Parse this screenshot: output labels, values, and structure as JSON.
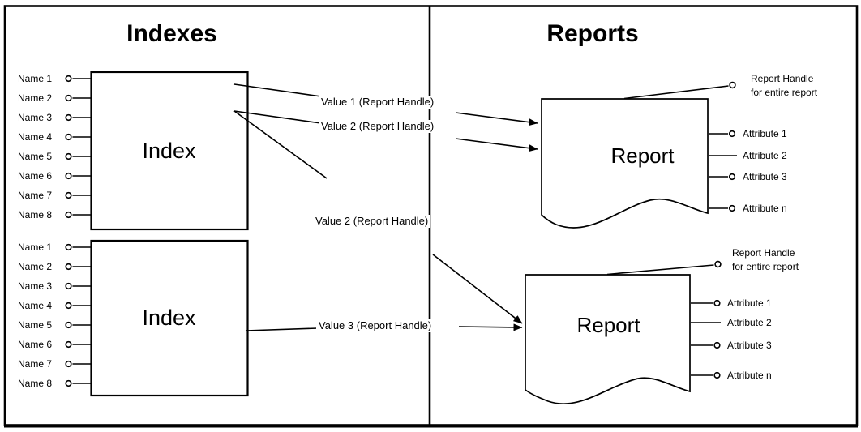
{
  "titles": {
    "left": "Indexes",
    "right": "Reports"
  },
  "index_top": {
    "label": "Index",
    "names": [
      "Name 1",
      "Name 2",
      "Name 3",
      "Name 4",
      "Name 5",
      "Name 6",
      "Name 7",
      "Name 8"
    ]
  },
  "index_bottom": {
    "label": "Index",
    "names": [
      "Name 1",
      "Name 2",
      "Name 3",
      "Name 4",
      "Name 5",
      "Name 6",
      "Name 7",
      "Name 8"
    ]
  },
  "report_top": {
    "label": "Report",
    "handle_line1": "Report Handle",
    "handle_line2": "for entire report",
    "attributes": [
      "Attribute 1",
      "Attribute 2",
      "Attribute 3",
      "Attribute n"
    ]
  },
  "report_bottom": {
    "label": "Report",
    "handle_line1": "Report Handle",
    "handle_line2": "for entire report",
    "attributes": [
      "Attribute 1",
      "Attribute 2",
      "Attribute 3",
      "Attribute n"
    ]
  },
  "links": {
    "value1": "Value 1 (Report Handle)",
    "value2_upper": "Value 2 (Report Handle)",
    "value2_lower": "Value 2 (Report Handle)",
    "value3": "Value 3 (Report Handle)"
  },
  "colors": {
    "ink": "#000000",
    "background": "#ffffff"
  }
}
